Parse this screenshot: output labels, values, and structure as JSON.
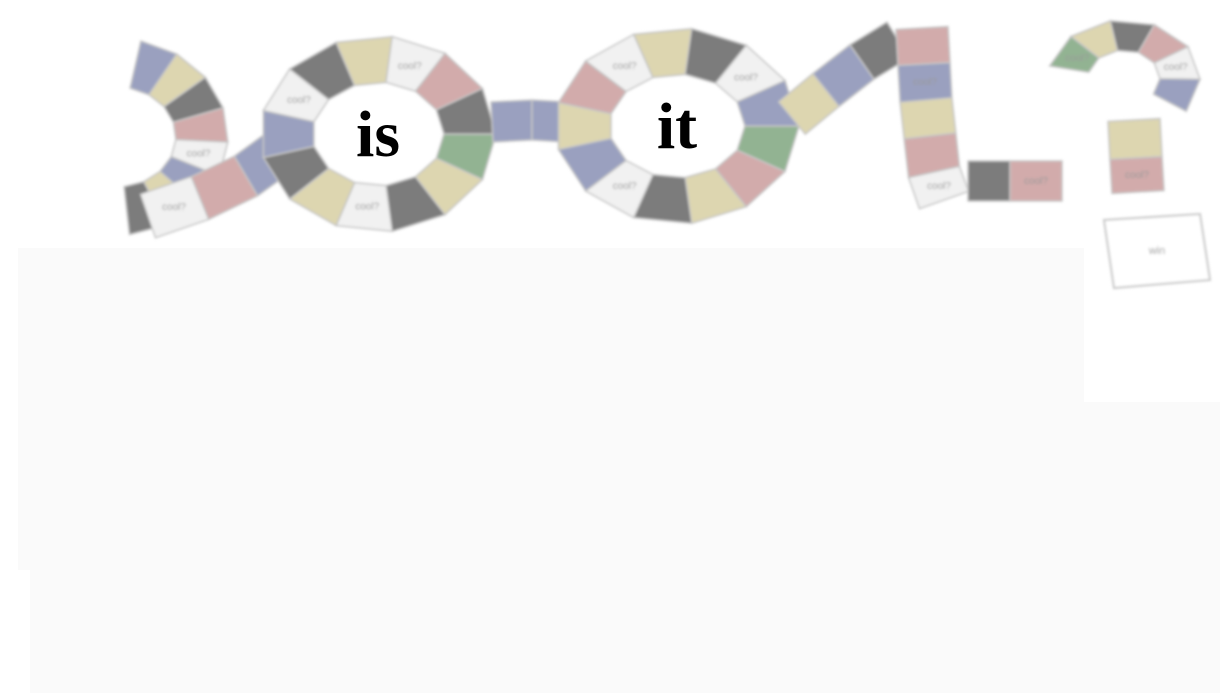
{
  "board": {
    "title_words": [
      "is",
      "it"
    ],
    "space_label": "cool?",
    "finish_label": "win",
    "palette": {
      "white": "#f1f1f1",
      "tan": "#ddd6b0",
      "navy": "#9aa0bf",
      "rose": "#d2abab",
      "gray": "#7b7b7b",
      "green": "#92b392",
      "edge": "#c6c6c6"
    }
  }
}
